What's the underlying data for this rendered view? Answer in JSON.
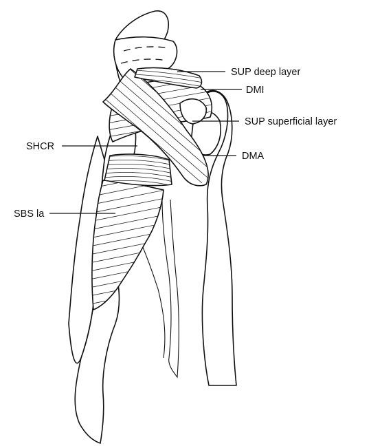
{
  "labels": {
    "sup_deep": "SUP deep layer",
    "dmi": "DMI",
    "sup_superficial": "SUP superficial layer",
    "shcr": "SHCR",
    "dma": "DMA",
    "sbs_la": "SBS la"
  },
  "colors": {
    "ink": "#111111",
    "background": "#ffffff"
  }
}
